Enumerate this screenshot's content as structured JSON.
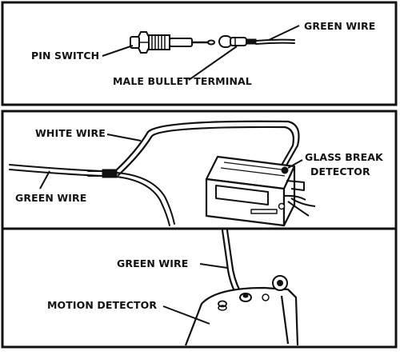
{
  "panels": [
    {
      "labels": {
        "pin_switch": "PIN SWITCH",
        "male_bullet_terminal": "MALE BULLET TERMINAL",
        "green_wire": "GREEN WIRE"
      }
    },
    {
      "labels": {
        "white_wire": "WHITE WIRE",
        "green_wire": "GREEN WIRE",
        "glass_break_line1": "GLASS BREAK",
        "glass_break_line2": "DETECTOR"
      }
    },
    {
      "labels": {
        "green_wire": "GREEN WIRE",
        "motion_detector": "MOTION DETECTOR"
      }
    }
  ]
}
